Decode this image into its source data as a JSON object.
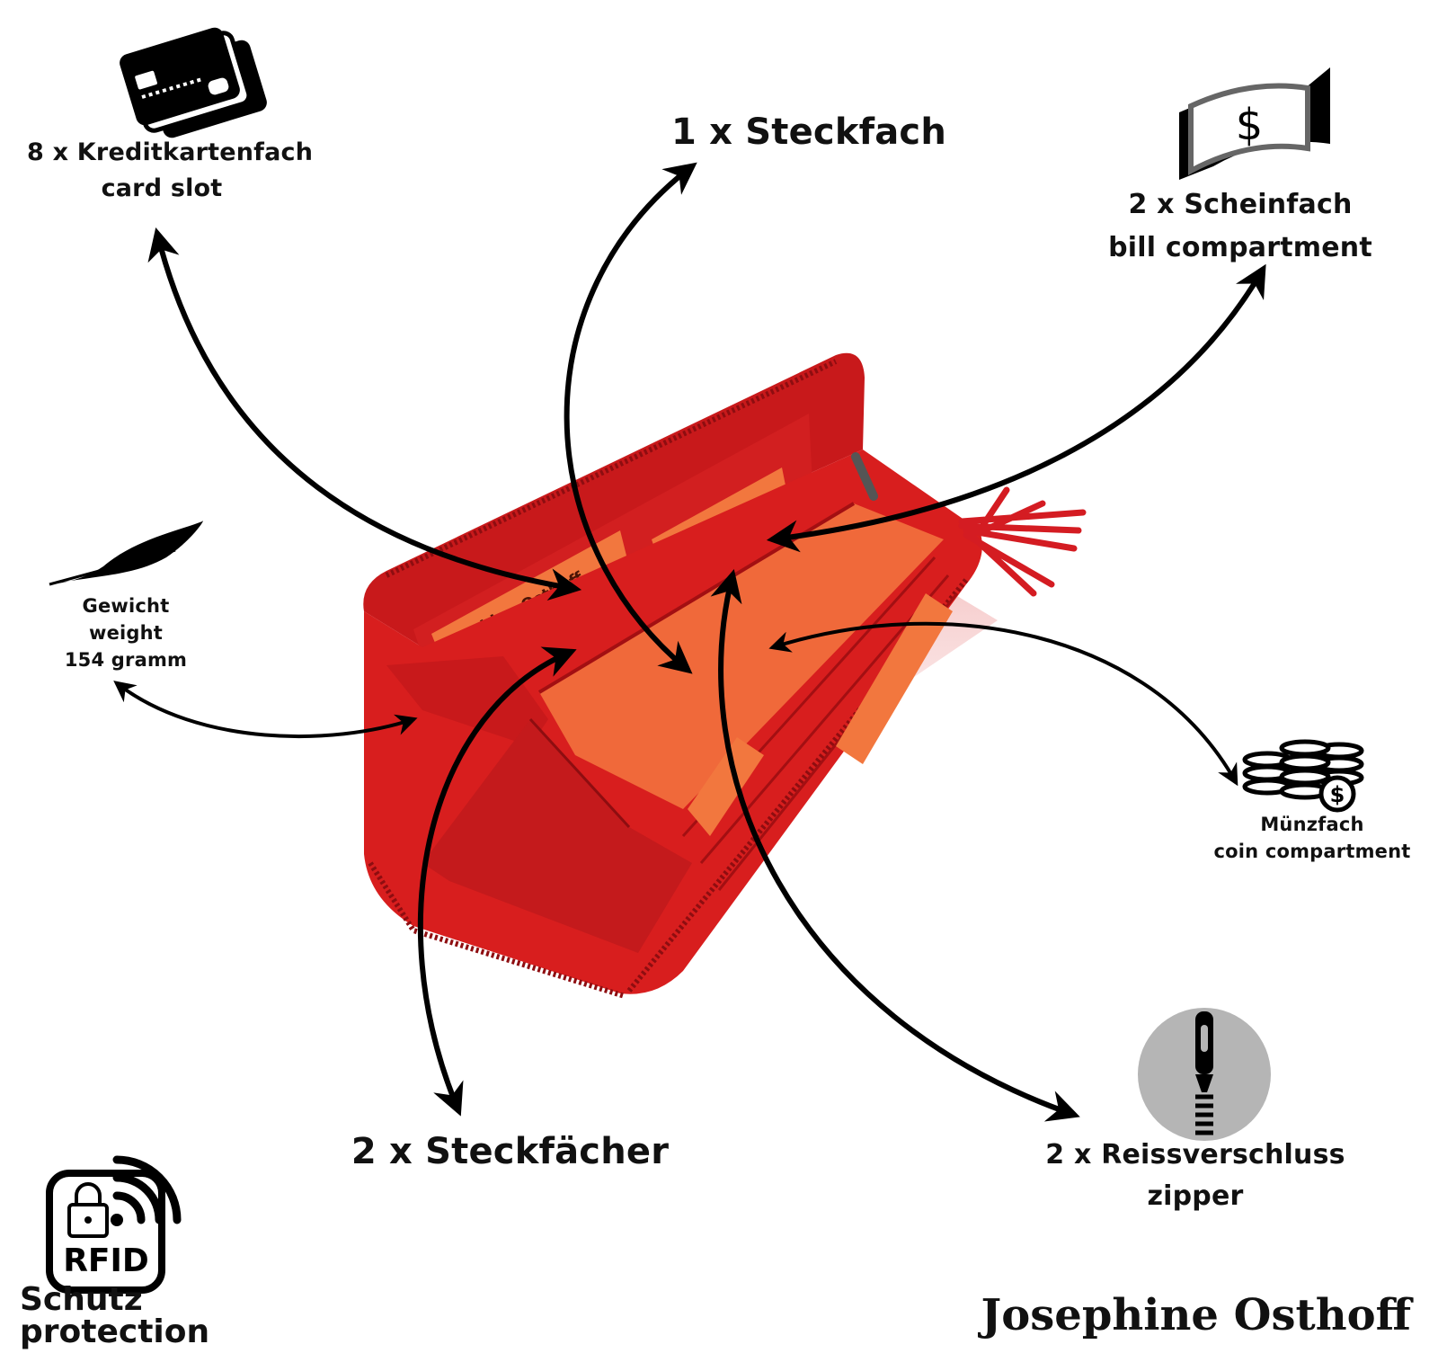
{
  "features": {
    "card_slot": {
      "line1": "8 x  Kreditkartenfach",
      "line2": "card slot",
      "icon": "credit-card-icon"
    },
    "steckfach": {
      "line1": "1 x Steckfach"
    },
    "bill": {
      "line1": "2 x Scheinfach",
      "line2": "bill compartment",
      "icon": "banknote-icon"
    },
    "weight": {
      "line1": "Gewicht",
      "line2": "weight",
      "line3": "154 gramm",
      "icon": "feather-icon"
    },
    "coin": {
      "line1": "Münzfach",
      "line2": "coin compartment",
      "icon": "coins-icon"
    },
    "steckfaecher": {
      "line1": "2 x Steckfächer"
    },
    "zipper": {
      "line1": "2 x Reissverschluss",
      "line2": "zipper",
      "icon": "zipper-icon"
    }
  },
  "rfid": {
    "badge": "RFID",
    "line1": "Schutz",
    "line2": "protection",
    "icon": "rfid-lock-icon"
  },
  "wallet_label": "Josephine Osthoff",
  "brand": "Josephine Osthoff",
  "colors": {
    "wallet_red": "#d81e1e",
    "wallet_dark": "#a30f12",
    "lining_orange": "#f0693a",
    "ink": "#000000",
    "zipper_circle": "#b5b5b5"
  }
}
